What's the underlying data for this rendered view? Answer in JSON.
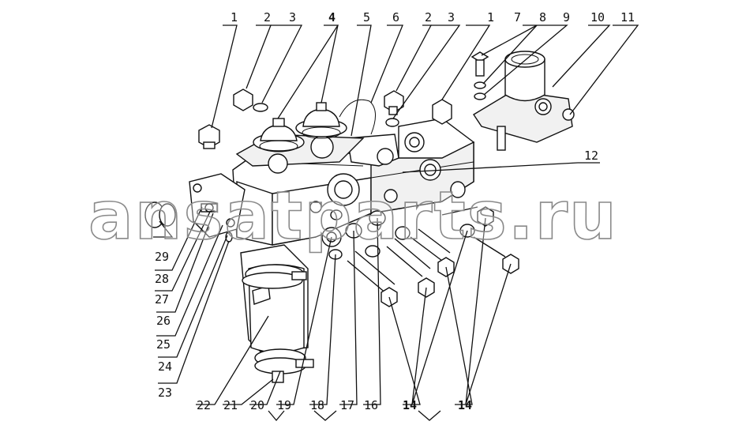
{
  "diagram": {
    "watermark": "ansatparts.ru",
    "callouts": [
      {
        "id": "c1a",
        "label": "1"
      },
      {
        "id": "c2a",
        "label": "2"
      },
      {
        "id": "c3a",
        "label": "3"
      },
      {
        "id": "c4a",
        "label": "4"
      },
      {
        "id": "c5",
        "label": "5"
      },
      {
        "id": "c6",
        "label": "6"
      },
      {
        "id": "c2b",
        "label": "2"
      },
      {
        "id": "c3b",
        "label": "3"
      },
      {
        "id": "c1b",
        "label": "1"
      },
      {
        "id": "c7",
        "label": "7"
      },
      {
        "id": "c8",
        "label": "8"
      },
      {
        "id": "c9",
        "label": "9"
      },
      {
        "id": "c10",
        "label": "10"
      },
      {
        "id": "c11",
        "label": "11"
      },
      {
        "id": "c12",
        "label": "12"
      },
      {
        "id": "c29",
        "label": "29"
      },
      {
        "id": "c28",
        "label": "28"
      },
      {
        "id": "c27",
        "label": "27"
      },
      {
        "id": "c26",
        "label": "26"
      },
      {
        "id": "c25",
        "label": "25"
      },
      {
        "id": "c24",
        "label": "24"
      },
      {
        "id": "c23",
        "label": "23"
      },
      {
        "id": "c22",
        "label": "22"
      },
      {
        "id": "c21",
        "label": "21"
      },
      {
        "id": "c20",
        "label": "20"
      },
      {
        "id": "c19",
        "label": "19"
      },
      {
        "id": "c18",
        "label": "18"
      },
      {
        "id": "c17",
        "label": "17"
      },
      {
        "id": "c16",
        "label": "16"
      },
      {
        "id": "c14a",
        "label": "14"
      },
      {
        "id": "c14b",
        "label": "14"
      }
    ]
  }
}
